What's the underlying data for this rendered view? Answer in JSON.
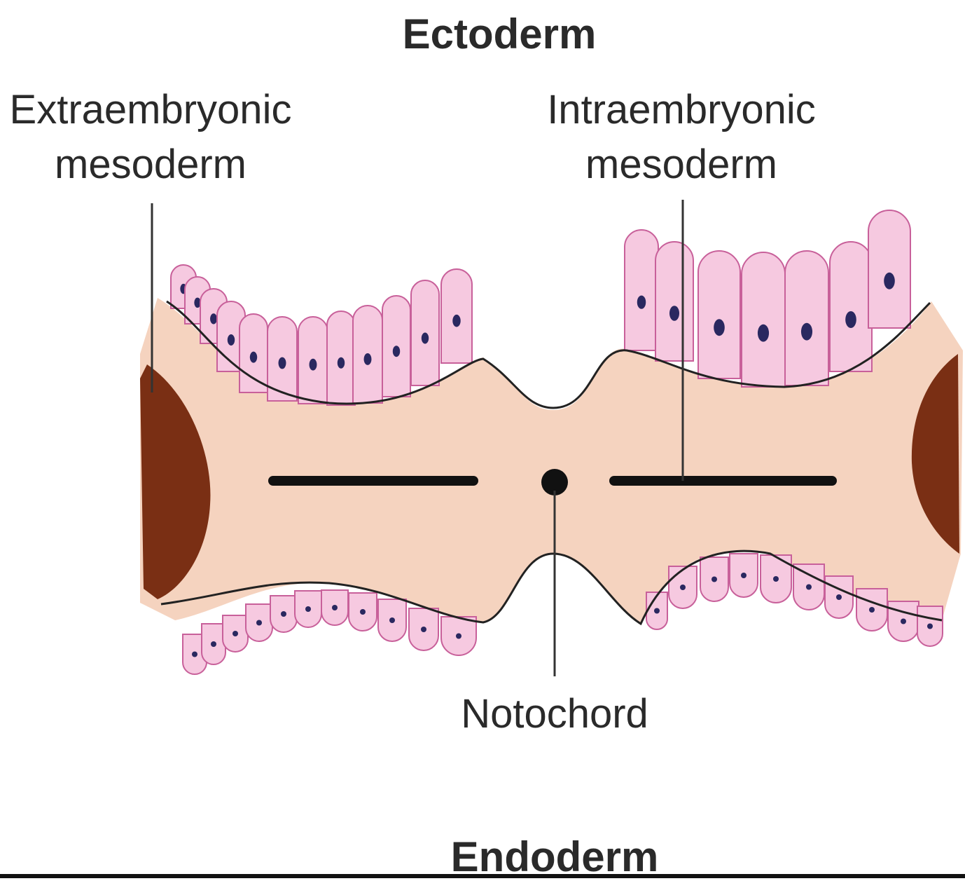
{
  "labels": {
    "ectoderm": "Ectoderm",
    "extraembryonic_line1": "Extraembryonic",
    "extraembryonic_line2": "mesoderm",
    "intraembryonic_line1": "Intraembryonic",
    "intraembryonic_line2": "mesoderm",
    "notochord": "Notochord",
    "endoderm": "Endoderm"
  },
  "colors": {
    "mesoderm_fill": "#f5d3bf",
    "cell_fill": "#f6c9e0",
    "cell_outline": "#c8609a",
    "nucleus": "#2a2860",
    "extraembryonic_block": "#7a2f14",
    "outline": "#222222",
    "pointer": "#333333"
  },
  "icons": {
    "notochord": "filled-circle",
    "cells": "rounded-columnar-cell"
  }
}
